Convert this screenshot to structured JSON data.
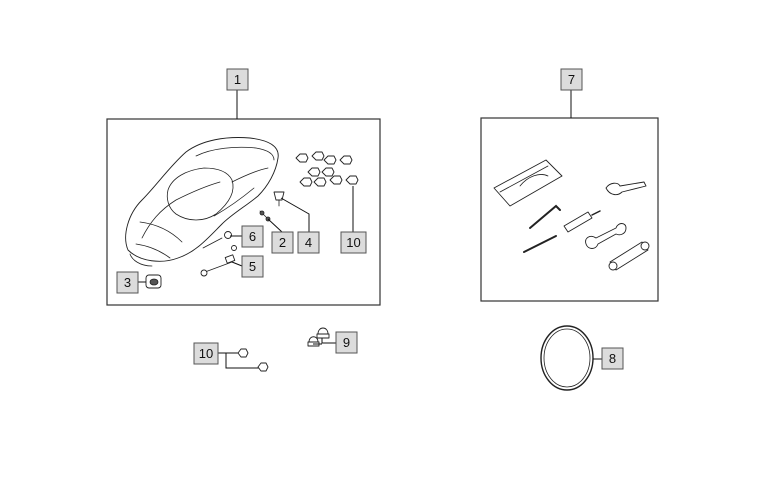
{
  "diagram": {
    "callouts": {
      "c1": "1",
      "c2": "2",
      "c3": "3",
      "c4": "4",
      "c5": "5",
      "c6": "6",
      "c7": "7",
      "c8": "8",
      "c9": "9",
      "c10a": "10",
      "c10b": "10"
    },
    "icons": {
      "seat": "seat-assembly-icon",
      "nuts": "hex-nut-icon",
      "bolt": "bolt-icon",
      "damper": "rubber-damper-icon",
      "tool_kit": "tool-kit-icon",
      "o_ring": "o-ring-icon"
    },
    "colors": {
      "callout_fill": "#dcdcdc",
      "line": "#222222",
      "background": "#ffffff"
    }
  }
}
